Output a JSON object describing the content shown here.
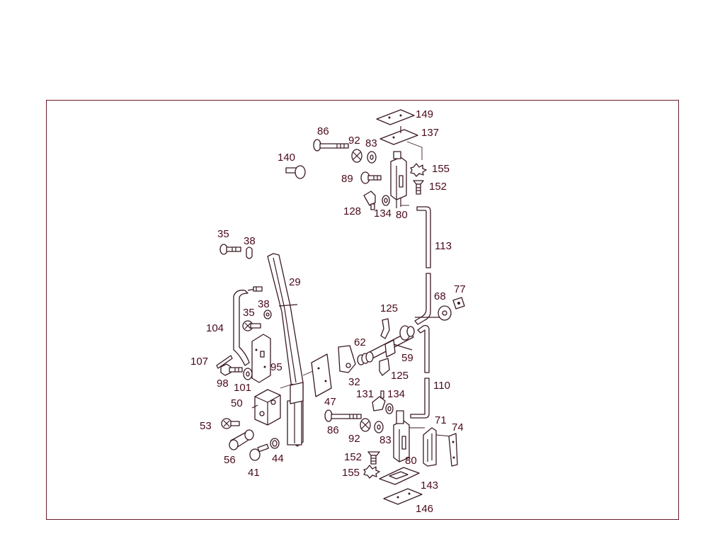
{
  "diagram": {
    "colors": {
      "line": "#3a1a22",
      "label": "#4a0a1a",
      "frame": "#6b1a2a"
    },
    "callouts": [
      "149",
      "137",
      "86",
      "92",
      "83",
      "140",
      "155",
      "89",
      "152",
      "128",
      "134",
      "80",
      "113",
      "35",
      "38",
      "29",
      "68",
      "77",
      "125",
      "104",
      "35",
      "38",
      "62",
      "59",
      "107",
      "95",
      "32",
      "125",
      "98",
      "101",
      "47",
      "110",
      "131",
      "134",
      "50",
      "71",
      "74",
      "53",
      "86",
      "92",
      "83",
      "152",
      "80",
      "56",
      "44",
      "41",
      "155",
      "143",
      "146"
    ]
  }
}
